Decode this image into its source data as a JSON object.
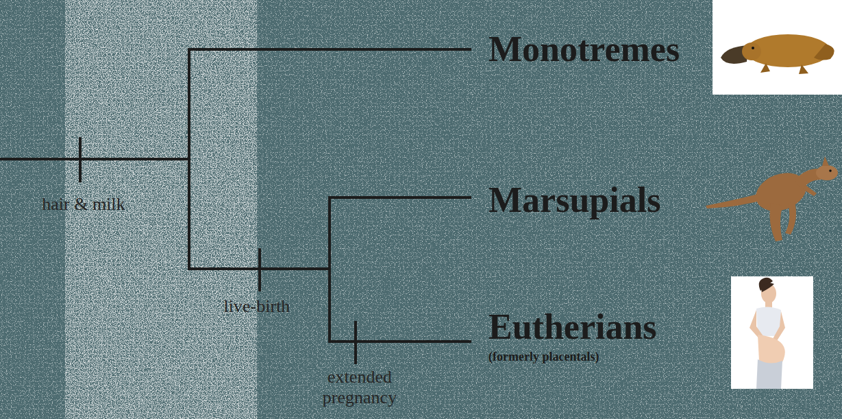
{
  "diagram": {
    "labels": [
      "Monotremes",
      "hair & milk",
      "Marsupials",
      "live-birth",
      "Eutherians",
      "(formerly placentals)",
      "extended pregnancy"
    ]
  }
}
